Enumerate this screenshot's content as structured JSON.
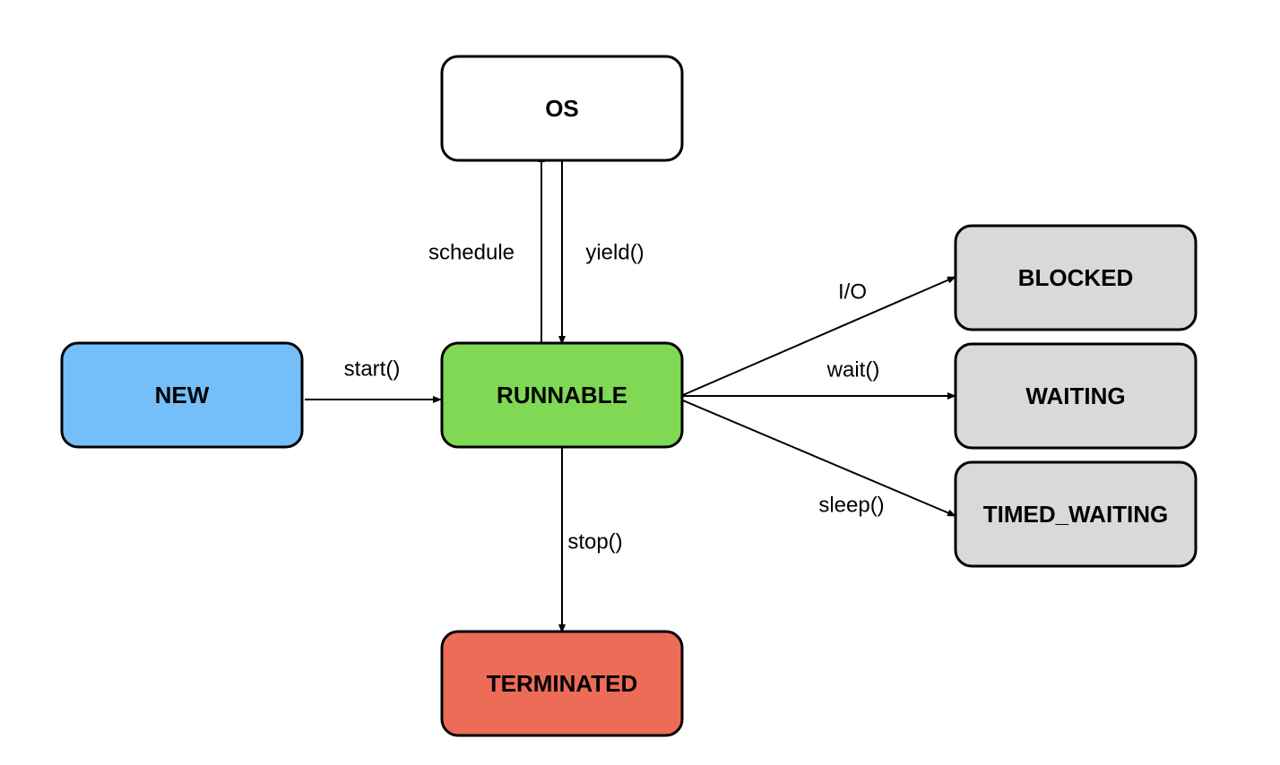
{
  "nodes": {
    "os": {
      "label": "OS",
      "color": "#ffffff"
    },
    "new": {
      "label": "NEW",
      "color": "#74bff9"
    },
    "runnable": {
      "label": "RUNNABLE",
      "color": "#80d855"
    },
    "terminated": {
      "label": "TERMINATED",
      "color": "#ec6c57"
    },
    "blocked": {
      "label": "BLOCKED",
      "color": "#d9d9d9"
    },
    "waiting": {
      "label": "WAITING",
      "color": "#d9d9d9"
    },
    "timed_waiting": {
      "label": "TIMED_WAITING",
      "color": "#d9d9d9"
    }
  },
  "edges": {
    "start": {
      "label": "start()",
      "from": "NEW",
      "to": "RUNNABLE"
    },
    "schedule": {
      "label": "schedule",
      "from": "RUNNABLE",
      "to": "OS"
    },
    "yield": {
      "label": "yield()",
      "from": "OS",
      "to": "RUNNABLE"
    },
    "io": {
      "label": "I/O",
      "from": "RUNNABLE",
      "to": "BLOCKED"
    },
    "wait": {
      "label": "wait()",
      "from": "RUNNABLE",
      "to": "WAITING"
    },
    "sleep": {
      "label": "sleep()",
      "from": "RUNNABLE",
      "to": "TIMED_WAITING"
    },
    "stop": {
      "label": "stop()",
      "from": "RUNNABLE",
      "to": "TERMINATED"
    }
  }
}
